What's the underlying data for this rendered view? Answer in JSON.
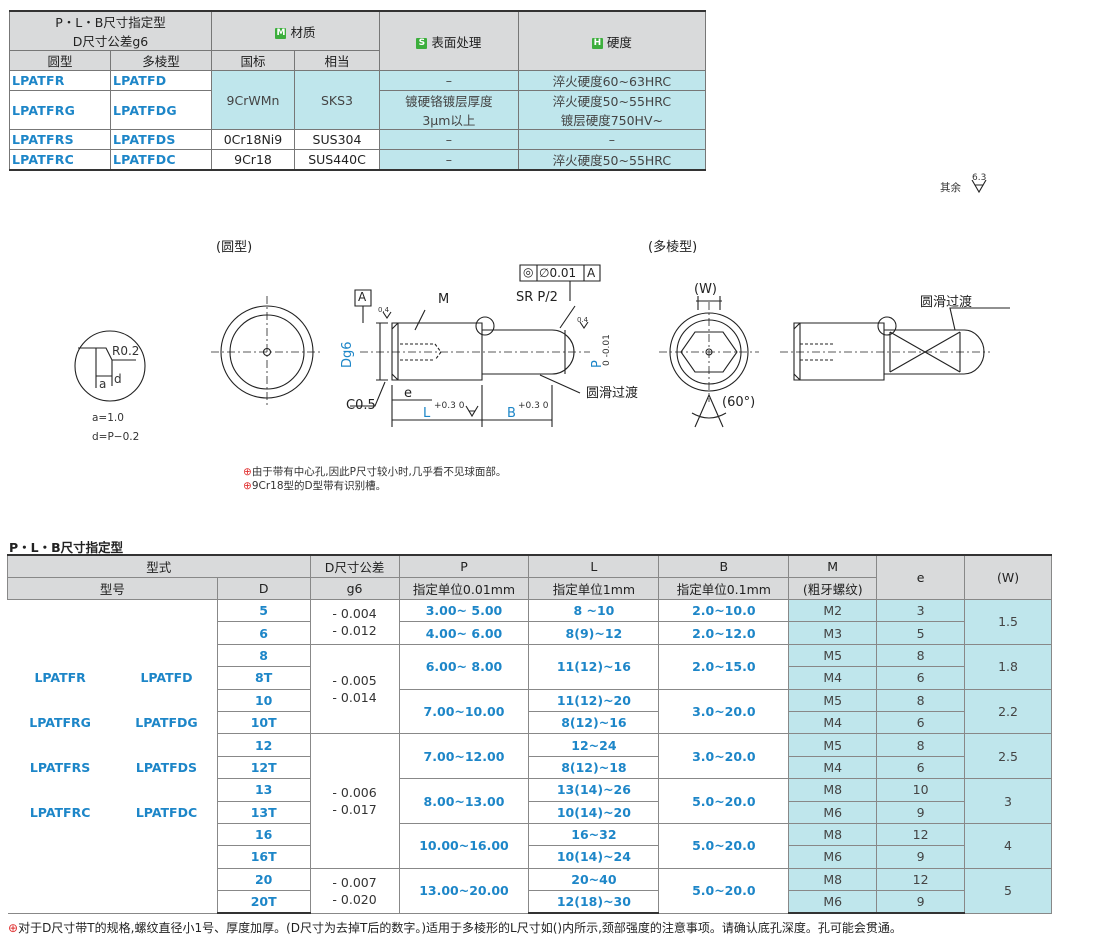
{
  "spec_table": {
    "header_type": "P・L・B尺寸指定型",
    "header_tol": "D尺寸公差g6",
    "header_round": "圆型",
    "header_poly": "多棱型",
    "material_badge": "M",
    "material_label": "材质",
    "material_gb": "国标",
    "material_eq": "相当",
    "surface_badge": "S",
    "surface_label": "表面处理",
    "hardness_badge": "H",
    "hardness_label": "硬度",
    "rows": [
      {
        "round": "LPATFR",
        "poly": "LPATFD",
        "surface": "–",
        "hardness": "淬火硬度60~63HRC"
      },
      {
        "round": "LPATFRG",
        "poly": "LPATFDG",
        "surface_1": "镀硬铬镀层厚度",
        "surface_2": "3μm以上",
        "hardness_1": "淬火硬度50~55HRC",
        "hardness_2": "镀层硬度750HV~"
      },
      {
        "round": "LPATFRS",
        "poly": "LPATFDS",
        "gb": "0Cr18Ni9",
        "eq": "SUS304",
        "surface": "–",
        "hardness": "–"
      },
      {
        "round": "LPATFRC",
        "poly": "LPATFDC",
        "gb": "9Cr18",
        "eq": "SUS440C",
        "surface": "–",
        "hardness": "淬火硬度50~55HRC"
      }
    ],
    "shared_gb": "9CrWMn",
    "shared_eq": "SKS3"
  },
  "drawing": {
    "roughness_rest": "其余",
    "roughness_val": "6.3",
    "label_round": "(圆型)",
    "label_poly": "(多棱型)",
    "detail_r": "R0.2",
    "detail_a": "a",
    "detail_d": "d",
    "detail_a_val": "a=1.0",
    "detail_d_val": "d=P−0.2",
    "datum_a": "A",
    "tol_frame_sym": "◎",
    "tol_frame_val": "∅0.01",
    "tol_frame_ref": "A",
    "label_m": "M",
    "label_srp": "SR P/2",
    "label_dg6": "Dg6",
    "label_p": "P",
    "label_p_tol": "0 -0.01",
    "label_c05": "C0.5",
    "label_e": "e",
    "label_l": "L",
    "label_l_tol": "+0.3 0",
    "label_b": "B",
    "label_b_tol": "+0.3 0",
    "label_smooth": "圆滑过渡",
    "label_w": "(W)",
    "label_60": "(60°)",
    "label_smooth2": "圆滑过渡",
    "rough_04": "0.4",
    "note1": "由于带有中心孔,因此P尺寸较小时,几乎看不见球面部。",
    "note2": "9Cr18型的D型带有识别槽。"
  },
  "dim_table": {
    "title": "P・L・B尺寸指定型",
    "h_type": "型式",
    "h_model": "型号",
    "h_d": "D",
    "h_dtol": "D尺寸公差",
    "h_g6": "g6",
    "h_p": "P",
    "h_p_unit": "指定单位0.01mm",
    "h_l": "L",
    "h_l_unit": "指定单位1mm",
    "h_b": "B",
    "h_b_unit": "指定单位0.1mm",
    "h_m": "M",
    "h_m_sub": "(粗牙螺纹)",
    "h_e": "e",
    "h_w": "(W)",
    "codes_round": [
      "LPATFR",
      "LPATFRG",
      "LPATFRS",
      "LPATFRC"
    ],
    "codes_poly": [
      "LPATFD",
      "LPATFDG",
      "LPATFDS",
      "LPATFDC"
    ],
    "tolerances": [
      {
        "a": "- 0.004",
        "b": "- 0.012"
      },
      {
        "a": "- 0.005",
        "b": "- 0.014"
      },
      {
        "a": "- 0.006",
        "b": "- 0.017"
      },
      {
        "a": "- 0.007",
        "b": "- 0.020"
      }
    ],
    "rows": [
      {
        "d": "5",
        "m": "M2",
        "e": "3"
      },
      {
        "d": "6",
        "m": "M3",
        "e": "5"
      },
      {
        "d": "8",
        "m": "M5",
        "e": "8"
      },
      {
        "d": "8T",
        "m": "M4",
        "e": "6"
      },
      {
        "d": "10",
        "m": "M5",
        "e": "8"
      },
      {
        "d": "10T",
        "m": "M4",
        "e": "6"
      },
      {
        "d": "12",
        "m": "M5",
        "e": "8"
      },
      {
        "d": "12T",
        "m": "M4",
        "e": "6"
      },
      {
        "d": "13",
        "m": "M8",
        "e": "10"
      },
      {
        "d": "13T",
        "m": "M6",
        "e": "9"
      },
      {
        "d": "16",
        "m": "M8",
        "e": "12"
      },
      {
        "d": "16T",
        "m": "M6",
        "e": "9"
      },
      {
        "d": "20",
        "m": "M8",
        "e": "12"
      },
      {
        "d": "20T",
        "m": "M6",
        "e": "9"
      }
    ],
    "p": [
      "3.00~ 5.00",
      "4.00~ 6.00",
      "6.00~ 8.00",
      "7.00~10.00",
      "7.00~12.00",
      "8.00~13.00",
      "10.00~16.00",
      "13.00~20.00"
    ],
    "l": [
      "8 ~10",
      "8(9)~12",
      "11(12)~16",
      "11(12)~20",
      "8(12)~16",
      "12~24",
      "8(12)~18",
      "13(14)~26",
      "10(14)~20",
      "16~32",
      "10(14)~24",
      "20~40",
      "12(18)~30"
    ],
    "b": [
      "2.0~10.0",
      "2.0~12.0",
      "2.0~15.0",
      "3.0~20.0",
      "3.0~20.0",
      "5.0~20.0",
      "5.0~20.0",
      "5.0~20.0"
    ],
    "w": [
      "1.5",
      "1.8",
      "2.2",
      "2.5",
      "3",
      "4",
      "5"
    ]
  },
  "footnote": "对于D尺寸带T的规格,螺纹直径小1号、厚度加厚。(D尺寸为去掉T后的数字。)适用于多棱形的L尺寸如()内所示,颈部强度的注意事项。请确认底孔深度。孔可能会贯通。"
}
